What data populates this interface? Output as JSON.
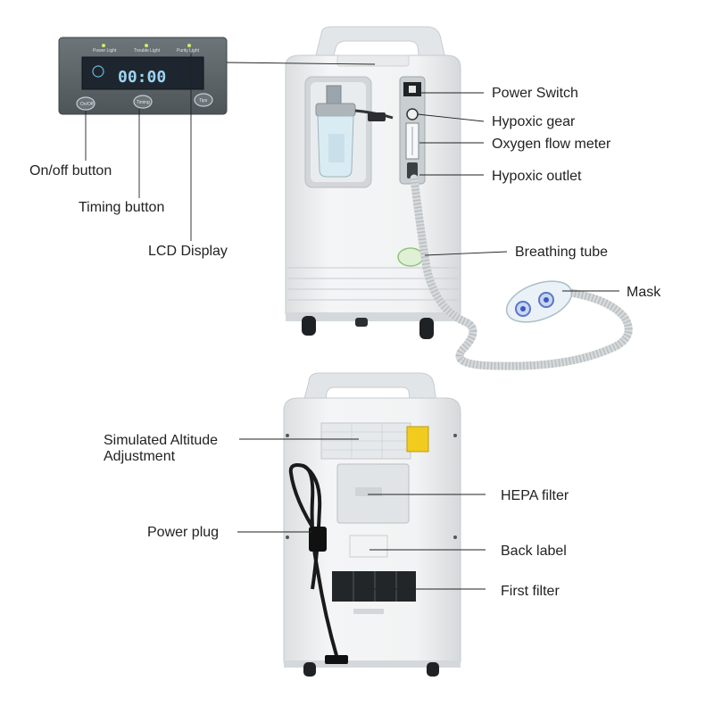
{
  "panel": {
    "power_light": "Power Light",
    "trouble_light": "Trouble Light",
    "purity_light": "Purity Light",
    "lcd_digits": "00:00",
    "btn_left": "On/Off",
    "btn_mid": "Timing",
    "btn_right": "Tips"
  },
  "labels": {
    "power_switch": "Power Switch",
    "hypoxic_gear": "Hypoxic gear",
    "oxygen_flow_meter": "Oxygen flow meter",
    "hypoxic_outlet": "Hypoxic outlet",
    "breathing_tube": "Breathing tube",
    "mask": "Mask",
    "on_off_button": "On/off button",
    "timing_button": "Timing button",
    "lcd_display": "LCD Display",
    "simulated_altitude_line1": "Simulated Altitude",
    "simulated_altitude_line2": "Adjustment",
    "hepa_filter": "HEPA filter",
    "power_plug": "Power plug",
    "back_label": "Back label",
    "first_filter": "First filter"
  },
  "colors": {
    "body": "#eceeef",
    "panel": "#5b6467",
    "lcd": "#202a34",
    "lcd_digits": "#9fd3f2",
    "tube": "#d7dadc",
    "warning": "#f1cb1e"
  }
}
